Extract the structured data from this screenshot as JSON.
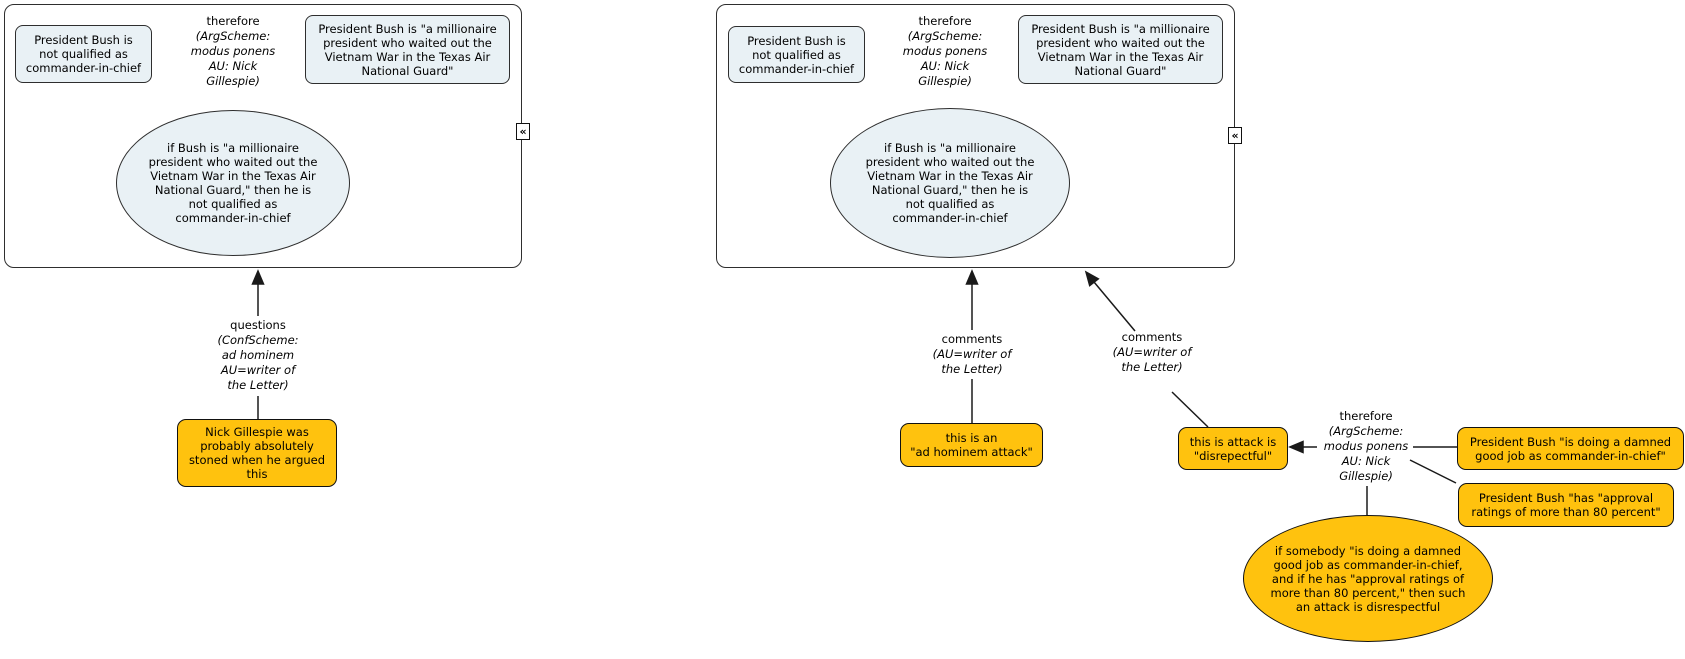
{
  "colors": {
    "background": "#ffffff",
    "statement_fill": "#e9f1f5",
    "attack_fill": "#ffc20e",
    "border": "#2e2e2e"
  },
  "left": {
    "conclusion": "President Bush is\nnot qualified as\ncommander-in-chief",
    "premise": "President Bush is \"a millionaire\npresident who waited out the\nVietnam War in the Texas Air\nNational Guard\"",
    "warrant": "if Bush is \"a millionaire\npresident who waited out the\nVietnam War in the Texas Air\nNational Guard,\" then he is\nnot qualified as\ncommander-in-chief",
    "therefore": {
      "head": "therefore",
      "scheme": "(ArgScheme:\nmodus ponens\nAU: Nick\nGillespie)"
    },
    "questions": {
      "head": "questions",
      "scheme": "(ConfScheme:\nad hominem\nAU=writer of\nthe Letter)"
    },
    "attack": "Nick Gillespie was\nprobably absolutely\nstoned when he argued\nthis",
    "collapse_icon": "«"
  },
  "right": {
    "conclusion": "President Bush is\nnot qualified as\ncommander-in-chief",
    "premise": "President Bush is \"a millionaire\npresident who waited out the\nVietnam War in the Texas Air\nNational Guard\"",
    "warrant": "if Bush is \"a millionaire\npresident who waited out the\nVietnam War in the Texas Air\nNational Guard,\" then he is\nnot qualified as\ncommander-in-chief",
    "therefore_top": {
      "head": "therefore",
      "scheme": "(ArgScheme:\nmodus ponens\nAU: Nick\nGillespie)"
    },
    "comments1": {
      "head": "comments",
      "scheme": "(AU=writer of\nthe Letter)"
    },
    "comments2": {
      "head": "comments",
      "scheme": "(AU=writer of\nthe Letter)"
    },
    "comment_node1": "this is an\n\"ad hominem attack\"",
    "comment_node2": "this is attack is\n\"disrepectful\"",
    "therefore_bottom": {
      "head": "therefore",
      "scheme": "(ArgScheme:\nmodus ponens\nAU: Nick\nGillespie)"
    },
    "premise2": "President Bush \"is doing a damned\ngood job as commander-in-chief\"",
    "premise3": "President Bush \"has \"approval\nratings of more than 80 percent\"",
    "warrant2": "if somebody \"is doing a damned\ngood job as commander-in-chief,\nand if he has \"approval ratings of\nmore than 80 percent,\" then such\nan attack is disrespectful",
    "collapse_icon": "«"
  }
}
